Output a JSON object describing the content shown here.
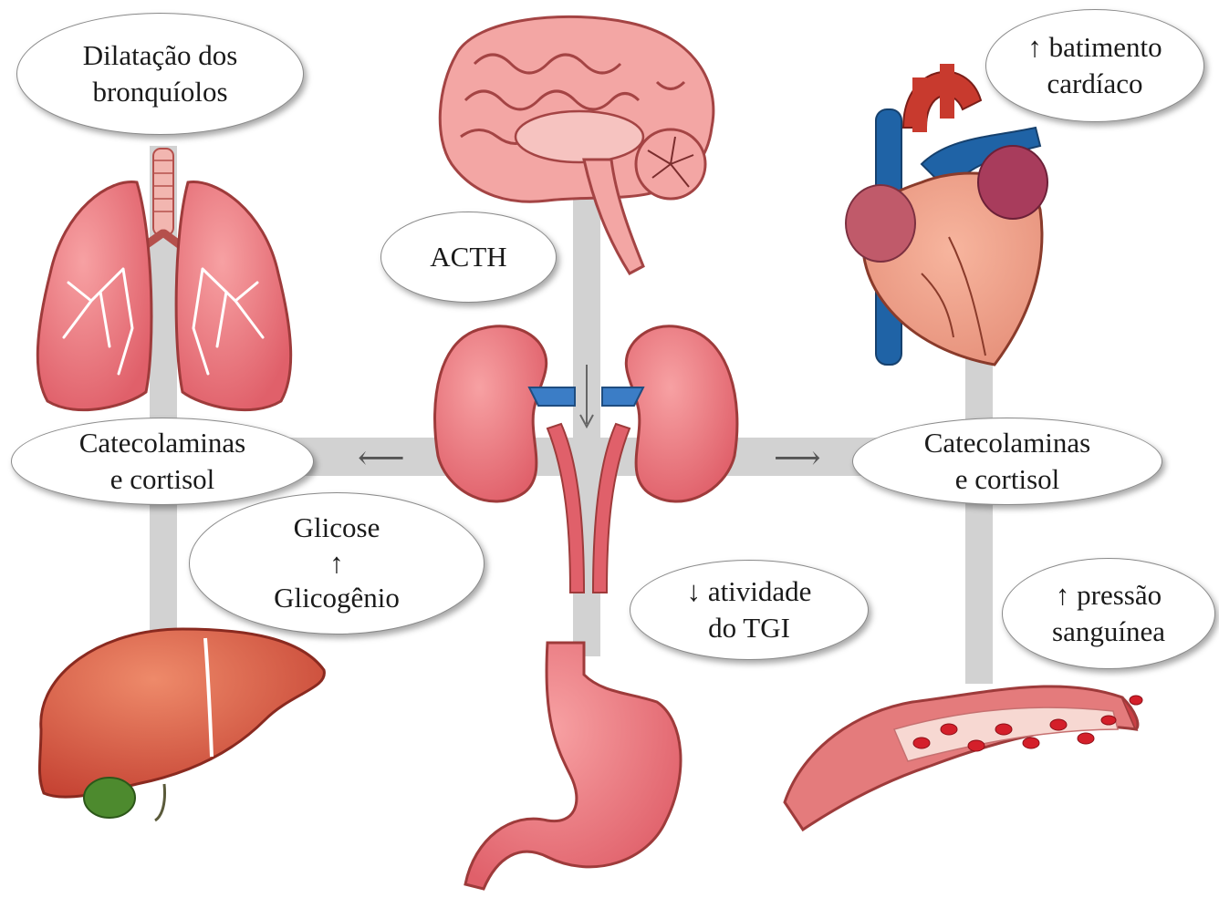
{
  "labels": {
    "bronchi": {
      "line1": "Dilatação dos",
      "line2": "bronquíolos"
    },
    "heart_rate": {
      "line1": "↑ batimento",
      "line2": "cardíaco"
    },
    "acth": {
      "line1": "ACTH"
    },
    "cat_left": {
      "line1": "Catecolaminas",
      "line2": "e cortisol"
    },
    "cat_right": {
      "line1": "Catecolaminas",
      "line2": "e cortisol"
    },
    "glucose": {
      "line1": "Glicose",
      "line2": "↑",
      "line3": "Glicogênio"
    },
    "gi": {
      "line1": "↓ atividade",
      "line2": "do TGI"
    },
    "pressure": {
      "line1": "↑ pressão",
      "line2": "sanguínea"
    }
  },
  "organs": [
    "brain-icon",
    "lungs-icon",
    "heart-icon",
    "kidneys-icon",
    "liver-icon",
    "stomach-icon",
    "blood-vessel-icon"
  ],
  "colors": {
    "connector": "#d2d2d2",
    "organ_pink": "#e8737c",
    "organ_pink_light": "#f5a3a4",
    "vein_blue": "#2b6cb0",
    "artery_red": "#c9302c",
    "liver": "#d9574a",
    "gallbladder": "#4d8a2e"
  }
}
